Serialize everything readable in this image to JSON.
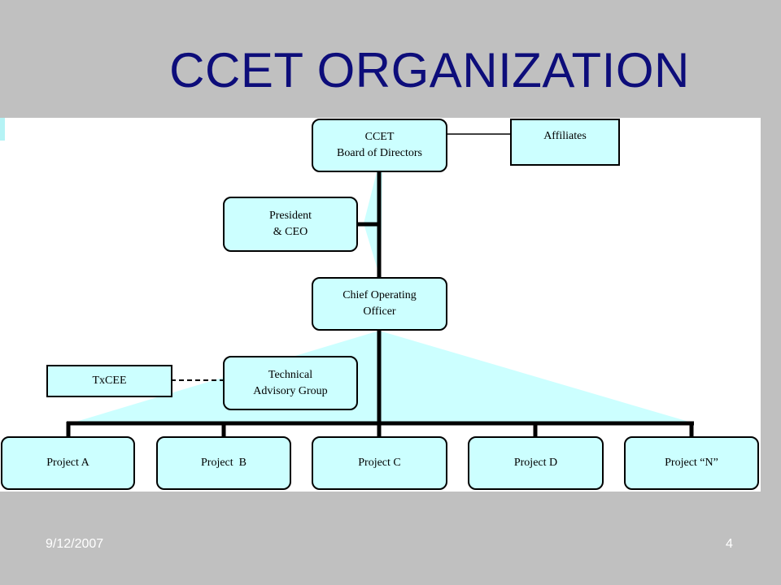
{
  "slide": {
    "title": "CCET ORGANIZATION",
    "date": "9/12/2007",
    "page_number": "4"
  },
  "org_chart": {
    "board": {
      "line1": "CCET",
      "line2": "Board of Directors"
    },
    "affiliates": {
      "label": "Affiliates"
    },
    "president": {
      "line1": "President",
      "line2": "& CEO"
    },
    "coo": {
      "line1": "Chief Operating",
      "line2": "Officer"
    },
    "tag": {
      "line1": "Technical",
      "line2": "Advisory Group"
    },
    "txcee": {
      "label": "TxCEE"
    },
    "projects": [
      {
        "label": "Project A"
      },
      {
        "label": "Project  B"
      },
      {
        "label": "Project C"
      },
      {
        "label": "Project D"
      },
      {
        "label": "Project “N”"
      }
    ]
  },
  "colors": {
    "box_fill": "#ccffff",
    "title_color": "#0d0d7a",
    "background": "#c0c0c0"
  }
}
